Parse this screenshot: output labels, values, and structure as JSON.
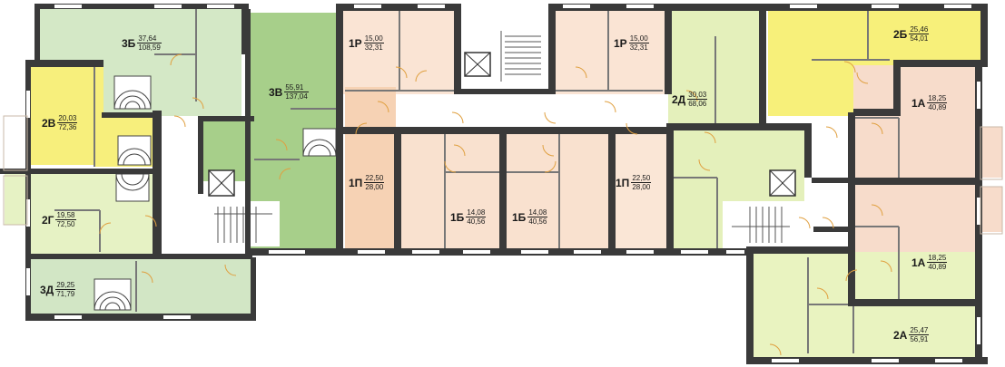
{
  "colors": {
    "wall": "#3a3a3a",
    "corridor": "#ffffff",
    "stairs_line": "#555555",
    "door": "#e0a040",
    "room_1P": "#fae6d6",
    "room_1P_dark": "#f6d2b4",
    "room_1B": "#f9e1cf",
    "room_1A": "#f7dccb",
    "room_1R": "#fae4d4",
    "room_2A": "#e9f3c0",
    "room_2B": "#f7f07a",
    "room_2V": "#f7ef7c",
    "room_2G": "#e6f2c4",
    "room_2D": "#e4f0bb",
    "room_3B": "#d4e8c6",
    "room_3V": "#a7cf8a",
    "room_3D": "#d2e6c5"
  },
  "apartments": [
    {
      "id": "3b",
      "code": "3Б",
      "living": "37,64",
      "total": "108,59"
    },
    {
      "id": "2v",
      "code": "2В",
      "living": "20,03",
      "total": "72,36"
    },
    {
      "id": "2g",
      "code": "2Г",
      "living": "19,58",
      "total": "72,50"
    },
    {
      "id": "3d",
      "code": "3Д",
      "living": "29,25",
      "total": "71,79"
    },
    {
      "id": "3v",
      "code": "3В",
      "living": "55,91",
      "total": "137,04"
    },
    {
      "id": "1r-left",
      "code": "1Р",
      "living": "15,00",
      "total": "32,31"
    },
    {
      "id": "1r-right",
      "code": "1Р",
      "living": "15,00",
      "total": "32,31"
    },
    {
      "id": "1p-left",
      "code": "1П",
      "living": "22,50",
      "total": "28,00"
    },
    {
      "id": "1b-left",
      "code": "1Б",
      "living": "14,08",
      "total": "40,56"
    },
    {
      "id": "1b-right",
      "code": "1Б",
      "living": "14,08",
      "total": "40,56"
    },
    {
      "id": "1p-right",
      "code": "1П",
      "living": "22,50",
      "total": "28,00"
    },
    {
      "id": "2d",
      "code": "2Д",
      "living": "30,03",
      "total": "68,06"
    },
    {
      "id": "2b",
      "code": "2Б",
      "living": "25,46",
      "total": "54,01"
    },
    {
      "id": "1a-top",
      "code": "1А",
      "living": "18,25",
      "total": "40,89"
    },
    {
      "id": "1a-bottom",
      "code": "1А",
      "living": "18,25",
      "total": "40,89"
    },
    {
      "id": "2a",
      "code": "2А",
      "living": "25,47",
      "total": "56,91"
    }
  ]
}
